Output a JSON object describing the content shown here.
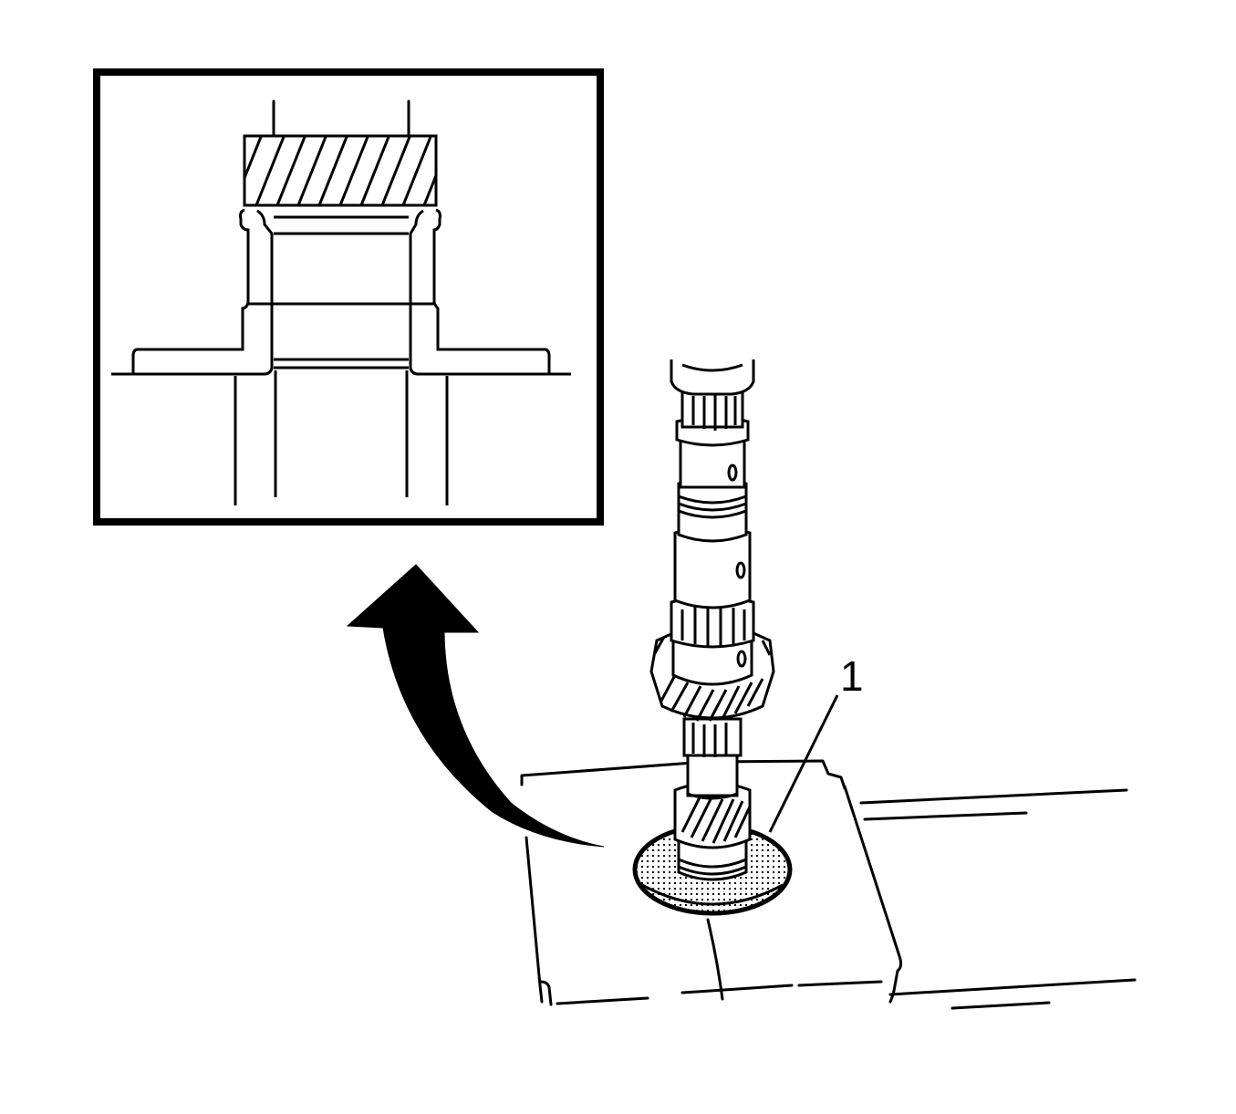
{
  "figure": {
    "type": "technical-illustration",
    "subject": "Transmission shaft assembly with bearing/washer seated in case",
    "colors": {
      "ink": "#000000",
      "paper": "#ffffff"
    }
  },
  "inset": {
    "name": "detail-view",
    "description": "Cross-section detail of bearing pressed onto shaft shoulder (hatched press tool on top)"
  },
  "arrow": {
    "name": "detail-arrow",
    "direction": "from washer up to detail view"
  },
  "callouts": [
    {
      "id": "1",
      "label": "1",
      "target": "washer"
    }
  ]
}
